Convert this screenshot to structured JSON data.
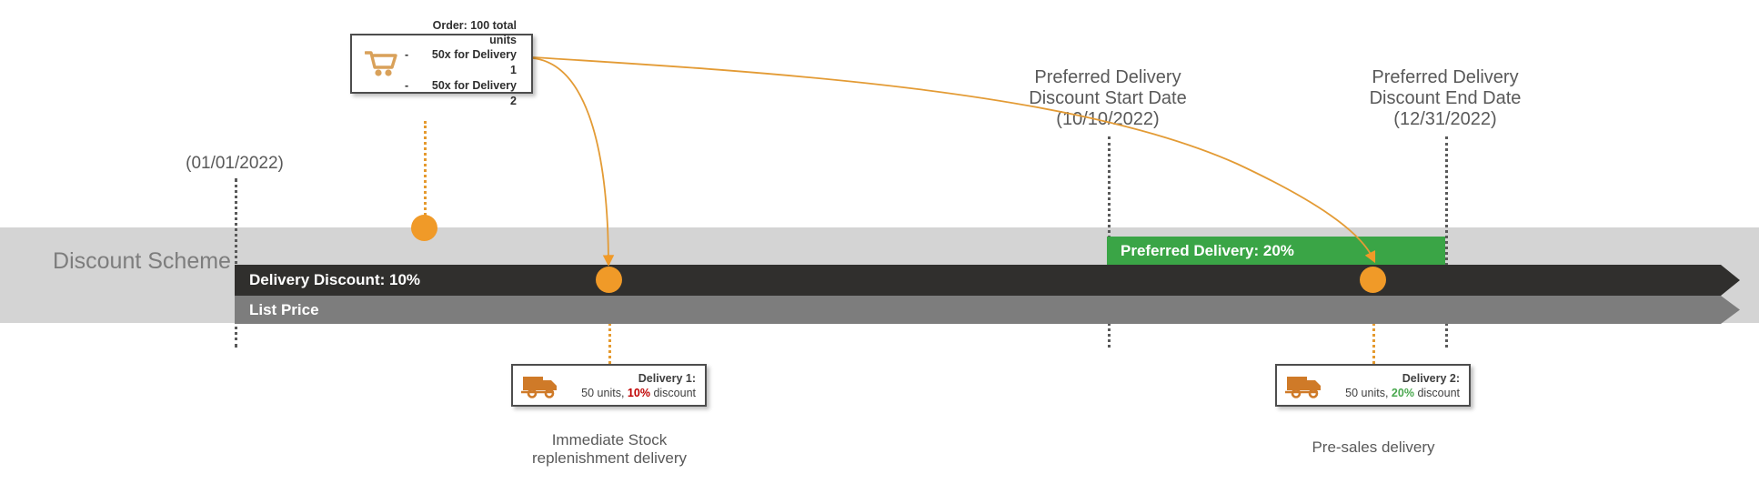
{
  "diagram": {
    "scheme_label": "Discount\nScheme",
    "start_date_label": "(01/01/2022)"
  },
  "bars": {
    "discount": "Delivery Discount: 10%",
    "list_price": "List Price",
    "preferred": "Preferred Delivery: 20%"
  },
  "milestones": {
    "preferred_start": "Preferred Delivery\nDiscount Start Date\n(10/10/2022)",
    "preferred_end": "Preferred Delivery\nDiscount End Date\n(12/31/2022)"
  },
  "order_card": {
    "icon": "shopping-cart-icon",
    "title": "Order: 100 total units",
    "lines": [
      {
        "dash": "-",
        "text": "50x for Delivery 1"
      },
      {
        "dash": "-",
        "text": "50x for Delivery 2"
      }
    ]
  },
  "delivery_1": {
    "icon": "delivery-truck-icon",
    "title": "Delivery 1:",
    "units": "50 units,",
    "discount": "10%",
    "discount_suffix": "discount",
    "caption": "Immediate Stock\nreplenishment delivery"
  },
  "delivery_2": {
    "icon": "delivery-truck-icon",
    "title": "Delivery 2:",
    "units": "50 units,",
    "discount": "20%",
    "discount_suffix": "discount",
    "caption": "Pre-sales delivery"
  },
  "colors": {
    "orange": "#f09a28",
    "green": "#3aa546",
    "dark_bar": "#302f2d",
    "list_bar": "#7d7d7d",
    "band": "#d4d4d4",
    "discount_red": "#c00000",
    "discount_green": "#4aa84f"
  }
}
